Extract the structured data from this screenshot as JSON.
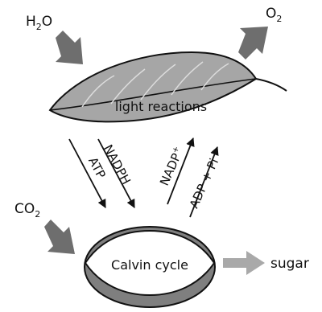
{
  "labels": {
    "h2o": "H",
    "h2o_sub": "2",
    "h2o_tail": "O",
    "o2": "O",
    "o2_sub": "2",
    "co2": "CO",
    "co2_sub": "2",
    "light_reactions": "light reactions",
    "atp": "ATP",
    "nadph": "NADPH",
    "nadp_plus": "NADP",
    "nadp_plus_sup": "+",
    "adp_pi": "ADP + Pi",
    "calvin_cycle": "Calvin cycle",
    "sugar": "sugar"
  },
  "colors": {
    "leaf_fill": "#a6a6a6",
    "dark_arrow": "#6e6e6e",
    "light_arrow": "#a9a9a9",
    "cycle_band": "#7f7f7f",
    "outline": "#111111"
  }
}
